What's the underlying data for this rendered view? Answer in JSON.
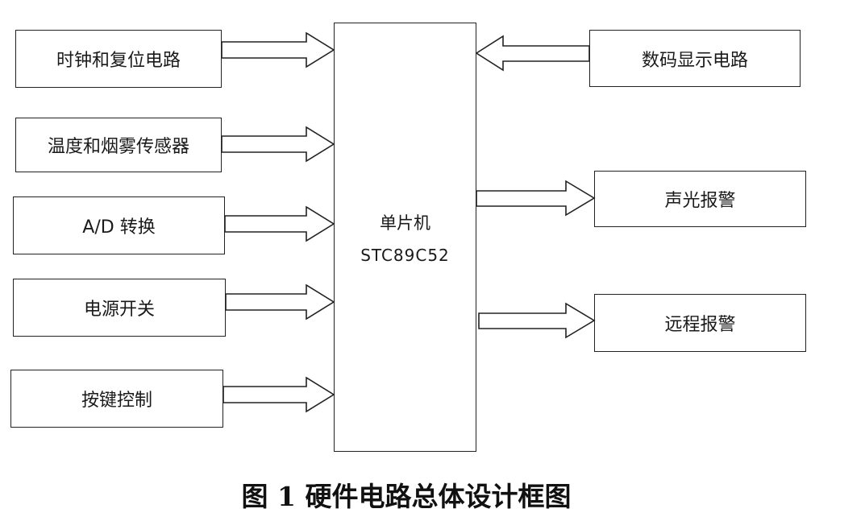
{
  "inputs": [
    {
      "label": "时钟和复位电路"
    },
    {
      "label": "温度和烟雾传感器"
    },
    {
      "label": "A/D 转换"
    },
    {
      "label": "电源开关"
    },
    {
      "label": "按键控制"
    }
  ],
  "mcu": {
    "name": "单片机",
    "model": "STC89C52"
  },
  "display": {
    "label": "数码显示电路"
  },
  "outputs": [
    {
      "label": "声光报警"
    },
    {
      "label": "远程报警"
    }
  ],
  "caption": "图 1  硬件电路总体设计框图"
}
